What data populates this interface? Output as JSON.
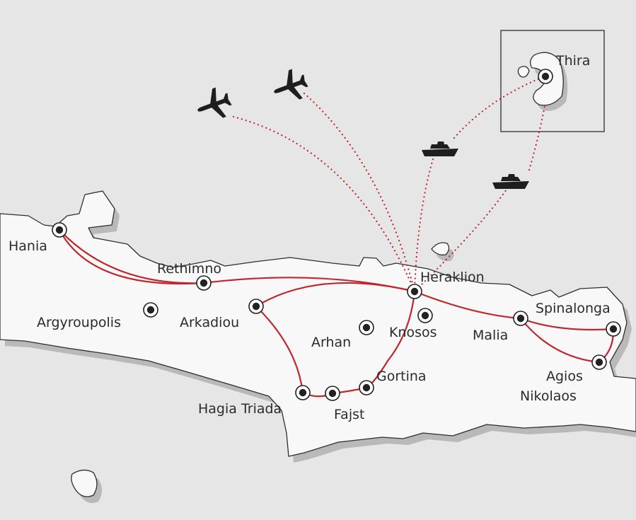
{
  "map": {
    "colors": {
      "sea": "#e6e6e6",
      "land": "#f8f8f8",
      "coastline": "#2e2e2e",
      "shadow": "#b9b9b9",
      "route": "#c0262d",
      "marker": "#222222",
      "label": "#2b2b2b"
    },
    "places": {
      "hania": "Hania",
      "rethimno": "Rethimno",
      "argyroupolis": "Argyroupolis",
      "arkadiou": "Arkadiou",
      "heraklion": "Heraklion",
      "knosos": "Knosos",
      "arhan": "Arhan",
      "malia": "Malia",
      "spinalonga": "Spinalonga",
      "agios_nikolaos_line1": "Agios",
      "agios_nikolaos_line2": "Nikolaos",
      "gortina": "Gortina",
      "hagia_triada": "Hagia Triada",
      "fajst": "Fajst",
      "thira": "Thira"
    },
    "icons": [
      "airplane-icon",
      "airplane-icon",
      "ferry-icon",
      "ferry-icon"
    ],
    "legend_types": {
      "road_route": "solid red line",
      "air_sea_route": "dotted red line"
    }
  }
}
